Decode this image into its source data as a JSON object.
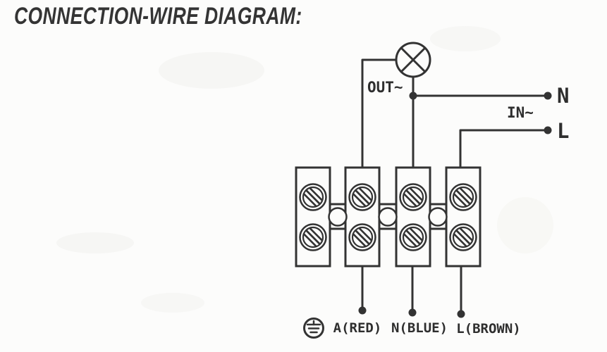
{
  "title": "CONNECTION-WIRE DIAGRAM:",
  "labels": {
    "out": "OUT~",
    "in": "IN~",
    "n_terminal": "N",
    "l_terminal": "L",
    "wire_a": "A(RED)",
    "wire_n": "N(BLUE)",
    "wire_l": "L(BROWN)"
  },
  "symbols": {
    "lamp": "lamp-icon",
    "ground": "earth-ground-icon",
    "junction": "junction-dot",
    "terminal_block": {
      "segments": 4,
      "screw_terminals": 8,
      "bridge_holes": 3
    }
  },
  "colors": {
    "line": "#333333",
    "text": "#2e2e2e",
    "title": "#343434",
    "background": "#fcfcfb"
  }
}
